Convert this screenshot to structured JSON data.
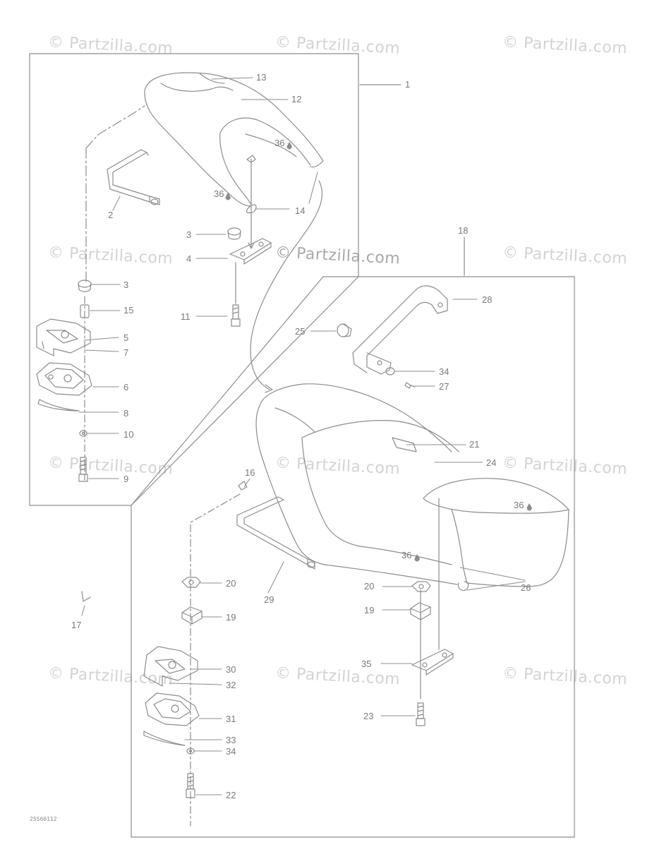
{
  "watermark": "© Partzilla.com",
  "diagram_code": "25S60112",
  "callouts": {
    "c1": "1",
    "c2": "2",
    "c3a": "3",
    "c3b": "3",
    "c4": "4",
    "c5": "5",
    "c6": "6",
    "c7": "7",
    "c8": "8",
    "c9": "9",
    "c10": "10",
    "c11": "11",
    "c12": "12",
    "c13": "13",
    "c14": "14",
    "c15": "15",
    "c16": "16",
    "c17": "17",
    "c18": "18",
    "c19a": "19",
    "c19b": "19",
    "c20a": "20",
    "c20b": "20",
    "c21": "21",
    "c22": "22",
    "c23": "23",
    "c24": "24",
    "c25": "25",
    "c26": "26",
    "c27": "27",
    "c28": "28",
    "c29": "29",
    "c30": "30",
    "c31": "31",
    "c32": "32",
    "c33": "33",
    "c34a": "34",
    "c34b": "34",
    "c35": "35",
    "c36a": "36",
    "c36b": "36",
    "c36c": "36",
    "c36d": "36"
  },
  "colors": {
    "line": "#8c8c8c",
    "watermark": "#d3d3d3",
    "text": "#7a7a7a"
  }
}
